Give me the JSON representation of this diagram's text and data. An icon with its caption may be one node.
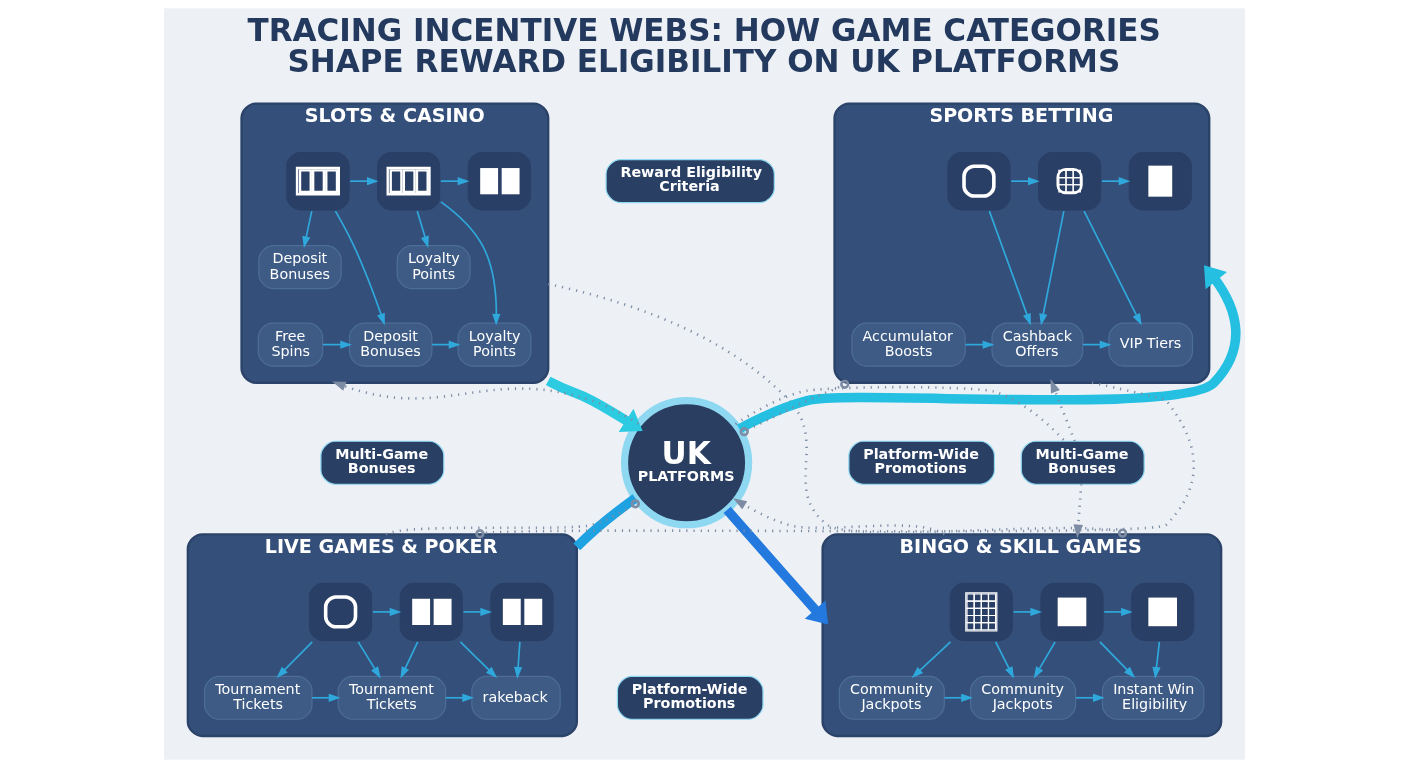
{
  "diagram": {
    "title": "TRACING INCENTIVE WEBS: HOW GAME CATEGORIES SHAPE REWARD ELIGIBILITY ON UK PLATFORMS",
    "nodes": [
      {
        "text": [
          "SLOTS & CASINO"
        ]
      },
      {
        "text": [],
        "shape": "picture",
        "in": 0
      },
      {
        "text": [],
        "shape": "picture",
        "in": 0
      },
      {
        "text": [],
        "shape": "picture",
        "in": 0
      },
      {
        "text": [
          "Deposit Bonuses"
        ],
        "in": 0
      },
      {
        "text": [
          "Loyalty Points"
        ],
        "in": 0
      },
      {
        "text": [
          "Free Spins"
        ],
        "in": 0
      },
      {
        "text": [
          "Deposit Bonuses"
        ],
        "in": 0
      },
      {
        "text": [
          "Loyalty Points"
        ],
        "in": 0
      },
      {
        "text": [
          "Reward Eligibility Criteria"
        ]
      },
      {
        "text": [
          "SPORTS BETTING"
        ]
      },
      {
        "text": [],
        "shape": "picture",
        "in": 10
      },
      {
        "text": [],
        "shape": "picture",
        "in": 10
      },
      {
        "text": [],
        "shape": "picture",
        "in": 10
      },
      {
        "text": [
          "Accumulator Boosts"
        ],
        "in": 10
      },
      {
        "text": [
          "Cashback Offers"
        ],
        "in": 10
      },
      {
        "text": [
          "VIP Tiers"
        ],
        "in": 10
      },
      {
        "text": [
          "Multi-Game Bonuses"
        ]
      },
      {
        "text": [
          "UK",
          "PLATFORMS"
        ]
      },
      {
        "text": [
          "Multi-Game Bonuses"
        ]
      },
      {
        "text": [
          "Platform-Wide Promotions"
        ]
      },
      {
        "text": [
          "LIVE GAMES & POKER"
        ]
      },
      {
        "text": [],
        "shape": "picture",
        "in": 21
      },
      {
        "text": [],
        "shape": "picture",
        "in": 21
      },
      {
        "text": [],
        "shape": "picture",
        "in": 21
      },
      {
        "text": [
          "Tournament Tickets"
        ],
        "in": 21
      },
      {
        "text": [
          "Tournament Tickets"
        ],
        "in": 21
      },
      {
        "text": [
          "rakeback"
        ],
        "in": 21
      },
      {
        "text": [
          "BINGO & SKILL GAMES"
        ]
      },
      {
        "text": [],
        "shape": "picture",
        "in": 28
      },
      {
        "text": [],
        "shape": "picture",
        "in": 28
      },
      {
        "text": [],
        "shape": "picture",
        "in": 28
      },
      {
        "text": [
          "Community Jackpots"
        ],
        "in": 28
      },
      {
        "text": [
          "Community Jackpots"
        ],
        "in": 28
      },
      {
        "text": [
          "Instant Win Eligibility"
        ],
        "in": 28
      },
      {
        "text": [
          "Platform-Wide Promotions"
        ]
      }
    ],
    "edges": [
      {
        "from": 1,
        "to": 2,
        "arrow": "to"
      },
      {
        "from": 1,
        "to": 4,
        "arrow": "to"
      },
      {
        "from": 1,
        "to": 7,
        "arrow": "to"
      },
      {
        "from": 6,
        "to": 7,
        "arrow": "to"
      },
      {
        "from": 2,
        "to": 3,
        "arrow": "to"
      },
      {
        "from": 2,
        "to": 5,
        "arrow": "to"
      },
      {
        "from": 2,
        "to": 8,
        "arrow": "to"
      },
      {
        "from": 7,
        "to": 8,
        "arrow": "to"
      },
      {
        "from": 11,
        "to": 12,
        "arrow": "to"
      },
      {
        "from": 11,
        "to": 15,
        "arrow": "to"
      },
      {
        "from": 14,
        "to": 15,
        "arrow": "to"
      },
      {
        "from": 12,
        "to": 15,
        "arrow": "to"
      },
      {
        "from": 12,
        "to": 13,
        "arrow": "to"
      },
      {
        "from": 12,
        "to": 16,
        "arrow": "to"
      },
      {
        "from": 15,
        "to": 16,
        "arrow": "to"
      },
      {
        "from": 22,
        "to": 25,
        "arrow": "to"
      },
      {
        "from": 22,
        "to": 23,
        "arrow": "to"
      },
      {
        "from": 22,
        "to": 26,
        "arrow": "to"
      },
      {
        "from": 25,
        "to": 26,
        "arrow": "to"
      },
      {
        "from": 23,
        "to": 26,
        "arrow": "to"
      },
      {
        "from": 23,
        "to": 24,
        "arrow": "to"
      },
      {
        "from": 23,
        "to": 27,
        "arrow": "to"
      },
      {
        "from": 26,
        "to": 27,
        "arrow": "to"
      },
      {
        "from": 24,
        "to": 27,
        "arrow": "to"
      },
      {
        "from": 29,
        "to": 32,
        "arrow": "to"
      },
      {
        "from": 29,
        "to": 30,
        "arrow": "to"
      },
      {
        "from": 29,
        "to": 33,
        "arrow": "to"
      },
      {
        "from": 32,
        "to": 33,
        "arrow": "to"
      },
      {
        "from": 30,
        "to": 33,
        "arrow": "to"
      },
      {
        "from": 30,
        "to": 31,
        "arrow": "to"
      },
      {
        "from": 30,
        "to": 34,
        "arrow": "to"
      },
      {
        "from": 33,
        "to": 34,
        "arrow": "to"
      },
      {
        "from": 31,
        "to": 34,
        "arrow": "to"
      },
      {
        "from": 0,
        "to": 18,
        "arrow": "to",
        "style": "thick",
        "color": "#2ccbe2"
      },
      {
        "from": 18,
        "to": 10,
        "arrow": "to",
        "style": "thick",
        "color": "#25bfe2"
      },
      {
        "from": 21,
        "to": 18,
        "arrow": "none",
        "style": "thick",
        "color": "#1fa2e2"
      },
      {
        "from": 18,
        "to": 28,
        "arrow": "to",
        "style": "thick",
        "color": "#2379de"
      },
      {
        "from": 0,
        "to": 28,
        "arrow": "other",
        "style": "dashed",
        "color": "#7d8ca3"
      },
      {
        "from": 18,
        "to": 10,
        "arrow": "other",
        "style": "dashed",
        "color": "#7d8ca3"
      },
      {
        "from": 10,
        "to": 21,
        "arrow": "other",
        "style": "dashed",
        "color": "#7d8ca3"
      },
      {
        "from": 28,
        "to": 18,
        "arrow": "to",
        "style": "dashed",
        "color": "#7d8ca3"
      },
      {
        "from": 18,
        "to": 0,
        "arrow": "to",
        "style": "dashed",
        "color": "#7d8ca3"
      },
      {
        "from": 18,
        "to": 21,
        "arrow": "other",
        "style": "dashed",
        "color": "#7d8ca3"
      },
      {
        "from": 18,
        "to": 19,
        "arrow": "none",
        "style": "dashed",
        "color": "#7d8ca3"
      },
      {
        "from": 19,
        "to": 10,
        "arrow": "to",
        "style": "dashed",
        "color": "#7d8ca3"
      },
      {
        "from": 19,
        "to": 28,
        "arrow": "to",
        "style": "dashed",
        "color": "#7d8ca3"
      }
    ]
  }
}
